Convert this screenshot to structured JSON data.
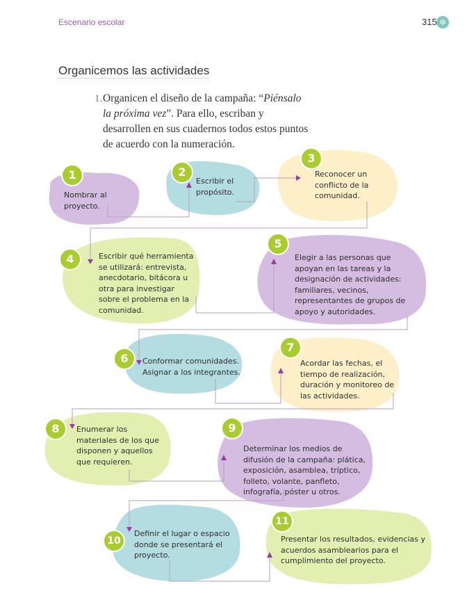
{
  "header": {
    "section": "Escenario escolar",
    "page_number": "315",
    "badge_icon": "gear-icon"
  },
  "section_title": "Organicemos las actividades",
  "instruction": {
    "number": "1.",
    "text_before": "Organicen el diseño de la campaña: “",
    "italic": "Piénsalo la próxima vez",
    "text_after": "”. Para ello, escriban y desarrollen en sus cuadernos todos estos puntos de acuerdo con la numeración."
  },
  "colors": {
    "purple": "#d4bde0",
    "teal": "#b3dde0",
    "yellow": "#fdf0c8",
    "green": "#e3efb0",
    "badge": "#a9cd2e",
    "connector": "#b79dc4",
    "arrow": "#9a3f9e"
  },
  "steps": [
    {
      "num": "1",
      "text": "Nombrar al proyecto."
    },
    {
      "num": "2",
      "text": "Escribir el propósito."
    },
    {
      "num": "3",
      "text": "Reconocer un conflicto de la comunidad."
    },
    {
      "num": "4",
      "text": "Escribir qué herramienta se utilizará: entrevista, anecdotario, bitácora u otra para investigar sobre el problema en la comunidad."
    },
    {
      "num": "5",
      "text": "Elegir a las personas que apoyan en las tareas y la designación de actividades: familiares, vecinos, representantes de grupos de apoyo y autoridades."
    },
    {
      "num": "6",
      "text": "Conformar comunidades. Asignar a los integrantes."
    },
    {
      "num": "7",
      "text": "Acordar las fechas, el tiempo de realización, duración y monitoreo de las actividades."
    },
    {
      "num": "8",
      "text": "Enumerar los materiales de los que disponen y aquellos que requieren."
    },
    {
      "num": "9",
      "text": "Determinar los medios de difusión de la campaña: plática, exposición, asamblea, tríptico, folleto, volante, panfleto, infografía, póster u otros."
    },
    {
      "num": "10",
      "text": "Definir el lugar o espacio donde se presentará el proyecto."
    },
    {
      "num": "11",
      "text": "Presentar los resultados, evidencias y acuerdos asamblearios para el cumplimiento del proyecto."
    }
  ]
}
